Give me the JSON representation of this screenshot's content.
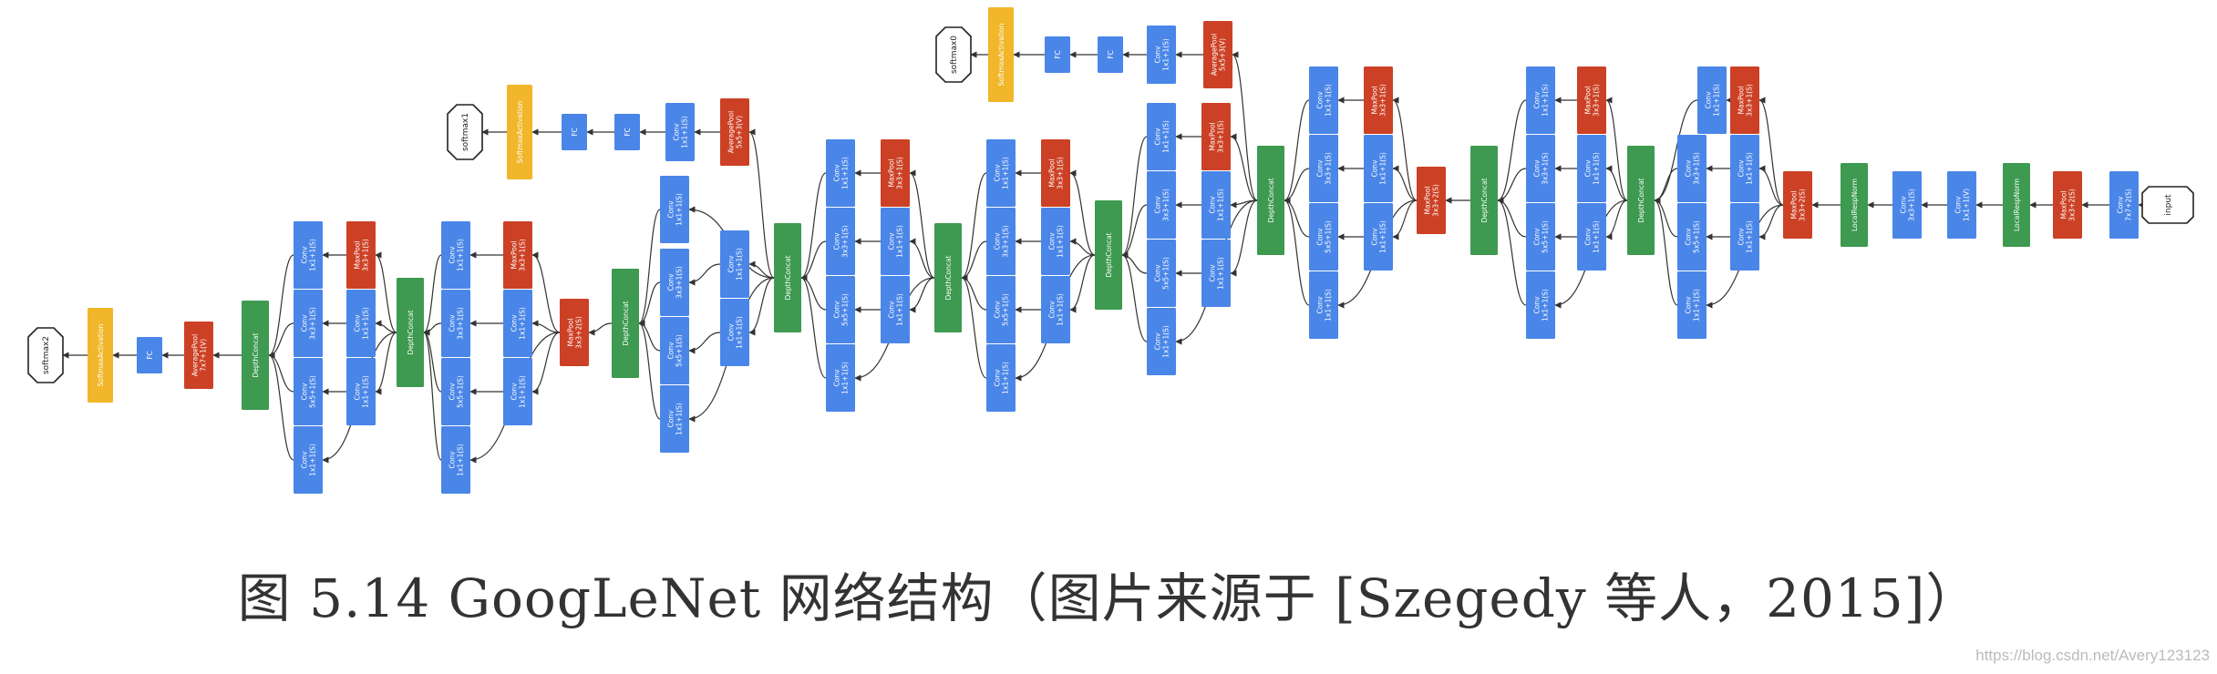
{
  "diagram": {
    "colors": {
      "conv": "#4a86e8",
      "pool": "#cc4125",
      "concat": "#3d9a50",
      "norm": "#3d9a50",
      "softmax": "#f1b629",
      "fc": "#4a86e8",
      "line": "#333333"
    },
    "labels": {
      "input": "input",
      "conv_7x7_s2": "Conv\n7x7+2(S)",
      "maxpool_3x3_s2": "MaxPool\n3x3+2(S)",
      "local_resp_norm": "LocalRespNorm",
      "conv_1x1_v": "Conv\n1x1+1(V)",
      "conv_3x3_s1": "Conv\n3x3+1(S)",
      "conv_1x1_s1": "Conv\n1x1+1(S)",
      "conv_5x5_s1": "Conv\n5x5+1(S)",
      "maxpool_3x3_s1": "MaxPool\n3x3+1(S)",
      "depth_concat": "DepthConcat",
      "avg_pool_5x5_v": "AveragePool\n5x5+3(V)",
      "avg_pool_7x7_v": "AveragePool\n7x7+1(V)",
      "fc": "FC",
      "softmax_activation": "SoftmaxActivation",
      "softmax0": "softmax0",
      "softmax1": "softmax1",
      "softmax2": "softmax2"
    }
  },
  "caption": "图 5.14 GoogLeNet 网络结构（图片来源于 [Szegedy 等人，2015]）",
  "watermark": "https://blog.csdn.net/Avery123123"
}
